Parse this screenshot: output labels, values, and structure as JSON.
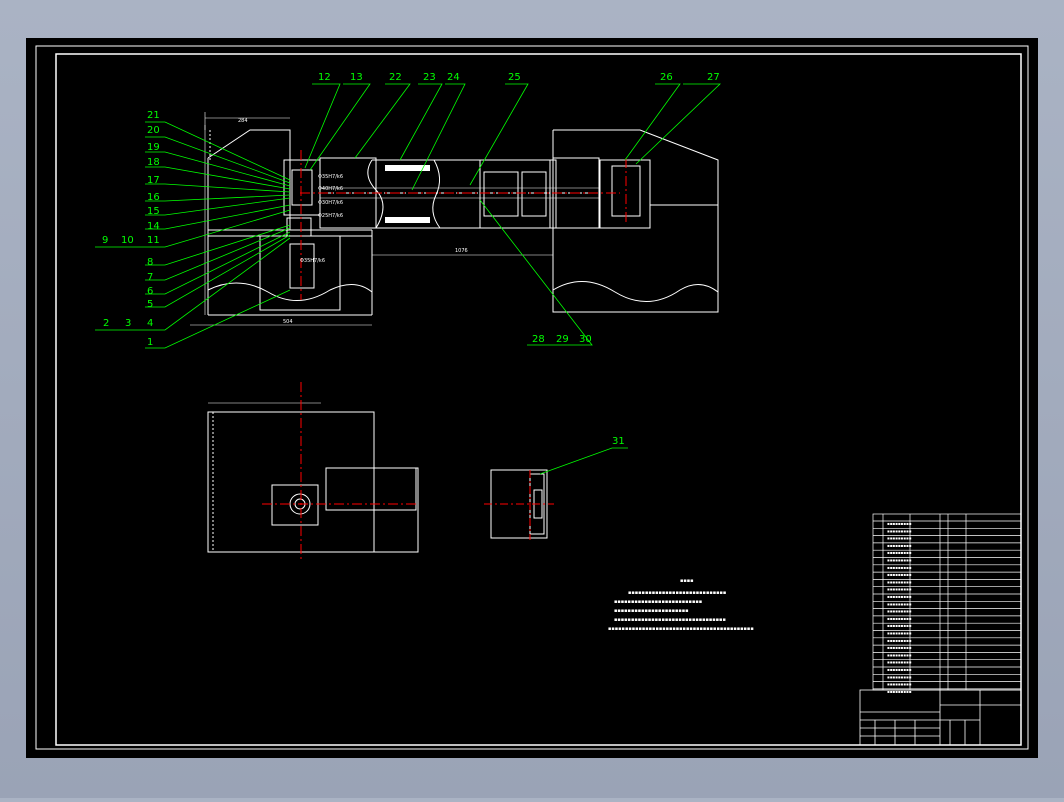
{
  "drawing": {
    "background": "#000000",
    "line_color": "#ffffff",
    "leader_color": "#00ff00",
    "centerline_color": "#ff0000",
    "callouts_top": [
      "12",
      "13",
      "22",
      "23",
      "24",
      "25",
      "26",
      "27"
    ],
    "callouts_left": [
      "21",
      "20",
      "19",
      "18",
      "17",
      "16",
      "15",
      "14",
      "11",
      "8",
      "7",
      "6",
      "5",
      "4",
      "1"
    ],
    "callouts_left_extra": [
      "9",
      "10",
      "2",
      "3"
    ],
    "callouts_bottom": [
      "28",
      "29",
      "30"
    ],
    "callout_side": "31"
  }
}
